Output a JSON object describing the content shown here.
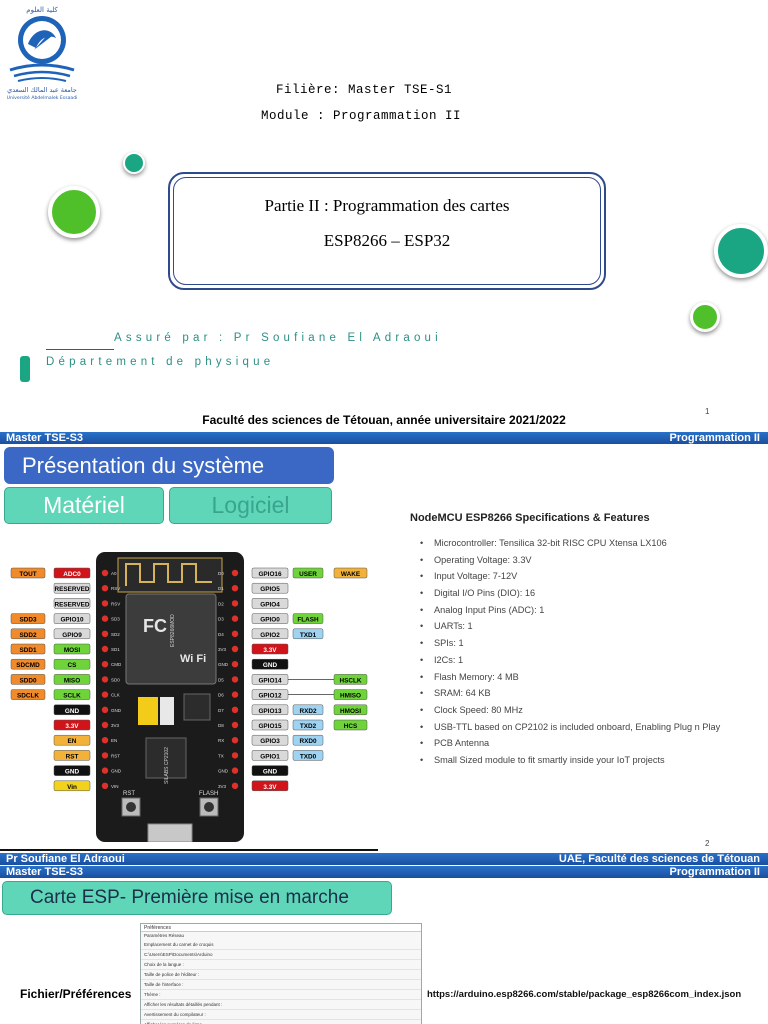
{
  "slide1": {
    "filiere": "Filière: Master TSE-S1",
    "module": "Module : Programmation II",
    "partie": "Partie II : Programmation des cartes",
    "cartes": "ESP8266 – ESP32",
    "assure": "Assuré par : Pr Soufiane El Adraoui",
    "departement": "Département de physique",
    "faculte": "Faculté des sciences de Tétouan,  année universitaire 2021/2022",
    "page": "1",
    "colors": {
      "accent_teal": "#2d8f86",
      "green": "#4fbf2a",
      "title_border": "#2f4a8a"
    }
  },
  "slide2": {
    "band_left": "Master TSE-S3",
    "band_right": "Programmation II",
    "title": "Présentation du système",
    "tab_materiel": "Matériel",
    "tab_logiciel": "Logiciel",
    "spec_title": "NodeMCU ESP8266 Specifications & Features",
    "specs": [
      "Microcontroller: Tensilica 32-bit RISC CPU Xtensa LX106",
      "Operating Voltage: 3.3V",
      "Input Voltage: 7-12V",
      "Digital I/O Pins (DIO): 16",
      "Analog Input Pins (ADC): 1",
      "UARTs: 1",
      "SPIs: 1",
      "I2Cs: 1",
      "Flash Memory: 4 MB",
      "SRAM: 64 KB",
      "Clock Speed: 80 MHz",
      "USB-TTL based on CP2102 is included onboard, Enabling Plug n Play",
      "PCB Antenna",
      "Small Sized module to fit smartly inside your IoT projects"
    ],
    "board": {
      "left_labels": [
        {
          "func": "TOUT",
          "pin": "ADC0"
        },
        {
          "func": "",
          "pin": "RESERVED"
        },
        {
          "func": "",
          "pin": "RESERVED"
        },
        {
          "func": "SDD3",
          "pin": "GPIO10"
        },
        {
          "func": "SDD2",
          "pin": "GPIO9"
        },
        {
          "func": "SDD1",
          "pin": "MOSI"
        },
        {
          "func": "SDCMD",
          "pin": "CS"
        },
        {
          "func": "SDD0",
          "pin": "MISO"
        },
        {
          "func": "SDCLK",
          "pin": "SCLK"
        },
        {
          "func": "",
          "pin": "GND"
        },
        {
          "func": "",
          "pin": "3.3V"
        },
        {
          "func": "",
          "pin": "EN"
        },
        {
          "func": "",
          "pin": "RST"
        },
        {
          "func": "",
          "pin": "GND"
        },
        {
          "func": "",
          "pin": "Vin"
        }
      ],
      "right_labels": [
        {
          "pin": "GPIO16",
          "f1": "USER",
          "f2": "WAKE"
        },
        {
          "pin": "GPIO5",
          "f1": "",
          "f2": ""
        },
        {
          "pin": "GPIO4",
          "f1": "",
          "f2": ""
        },
        {
          "pin": "GPIO0",
          "f1": "FLASH",
          "f2": ""
        },
        {
          "pin": "GPIO2",
          "f1": "TXD1",
          "f2": ""
        },
        {
          "pin": "3.3V",
          "f1": "",
          "f2": ""
        },
        {
          "pin": "GND",
          "f1": "",
          "f2": ""
        },
        {
          "pin": "GPIO14",
          "f1": "",
          "f2": "HSCLK"
        },
        {
          "pin": "GPIO12",
          "f1": "",
          "f2": "HMISO"
        },
        {
          "pin": "GPIO13",
          "f1": "RXD2",
          "f2": "HMOSI"
        },
        {
          "pin": "GPIO15",
          "f1": "TXD2",
          "f2": "HCS"
        },
        {
          "pin": "GPIO3",
          "f1": "RXD0",
          "f2": ""
        },
        {
          "pin": "GPIO1",
          "f1": "TXD0",
          "f2": ""
        },
        {
          "pin": "GND",
          "f1": "",
          "f2": ""
        },
        {
          "pin": "3.3V",
          "f1": "",
          "f2": ""
        }
      ],
      "left_silk": [
        "A0",
        "RSV",
        "RSV",
        "SD3",
        "SD2",
        "SD1",
        "CMD",
        "SD0",
        "CLK",
        "GND",
        "3V3",
        "EN",
        "RST",
        "GND",
        "VIN"
      ],
      "right_silk": [
        "D0",
        "D1",
        "D2",
        "D3",
        "D4",
        "3V3",
        "GND",
        "D5",
        "D6",
        "D7",
        "D8",
        "RX",
        "TX",
        "GND",
        "3V3"
      ],
      "chip_text": "ESP8266MOD",
      "usb_chip_text": "SILABS CP2102",
      "btn_rst": "RST",
      "btn_flash": "FLASH",
      "wifi_text": "Wi Fi"
    },
    "page": "2",
    "footer_left": "Pr Soufiane  El Adraoui",
    "footer_right": "UAE, Faculté des sciences de Tétouan"
  },
  "slide3": {
    "band_left": "Master TSE-S3",
    "band_right": "Programmation II",
    "title": "Carte ESP- Première mise en marche",
    "fichier": "Fichier/Préférences",
    "url": "https://arduino.esp8266.com/stable/package_esp8266com_index.json",
    "prefs_title": "Préférences",
    "prefs_tabs": "Paramètres   Réseau",
    "prefs_rows": [
      "Emplacement du carnet de croquis",
      "C:\\Users\\ESP\\Documents\\Arduino",
      "Choix de la langue :",
      "Taille de police de l'éditeur :",
      "Taille de l'interface :",
      "Thème :",
      "Afficher les résultats détaillés pendant :",
      "Avertissement du compilateur :",
      "Afficher les numéros de ligne"
    ]
  }
}
